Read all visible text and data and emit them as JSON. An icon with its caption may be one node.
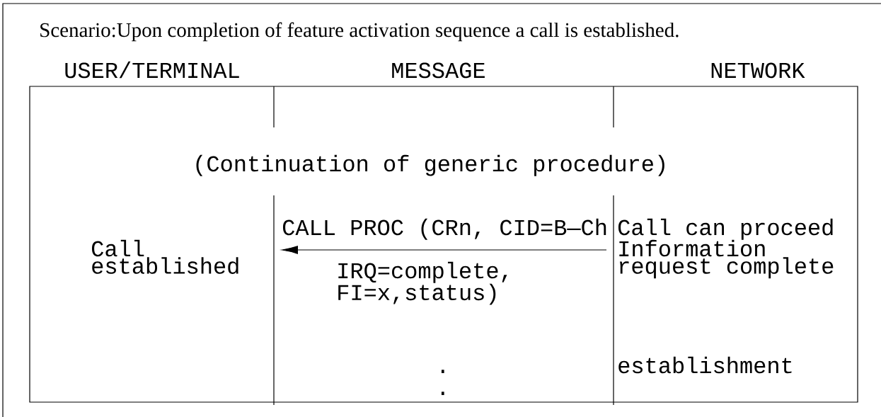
{
  "diagram": {
    "labels": [
      "Scenario:Upon completion of feature activation sequence a call is established.",
      "USER/TERMINAL",
      "MESSAGE",
      "NETWORK",
      "(Continuation of generic procedure)",
      "CALL PROC (CRn, CID=B—Ch",
      "Call can proceed",
      "Call established",
      "IRQ=complete, FI=x,status)",
      "Information request complete",
      ".",
      "establishment",
      "."
    ]
  }
}
